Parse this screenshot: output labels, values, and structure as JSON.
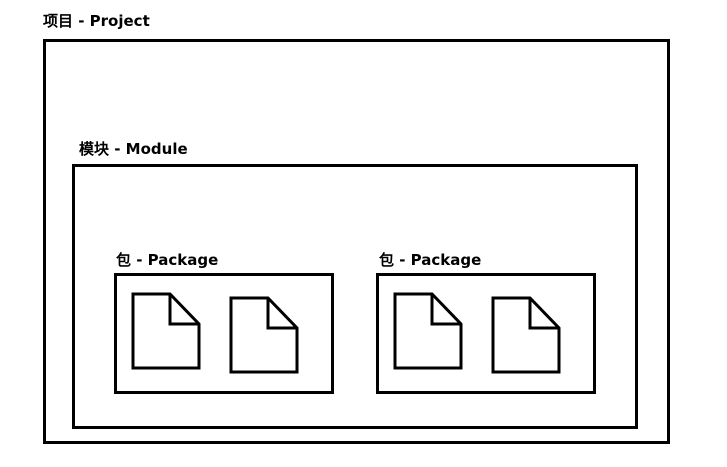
{
  "project": {
    "label": "项目 - Project"
  },
  "module": {
    "label": "模块 - Module"
  },
  "packages": [
    {
      "label": "包 - Package",
      "files": 2
    },
    {
      "label": "包 - Package",
      "files": 2
    }
  ],
  "icons": {
    "file": "file-icon"
  },
  "colors": {
    "stroke": "#000000",
    "background": "#ffffff"
  }
}
